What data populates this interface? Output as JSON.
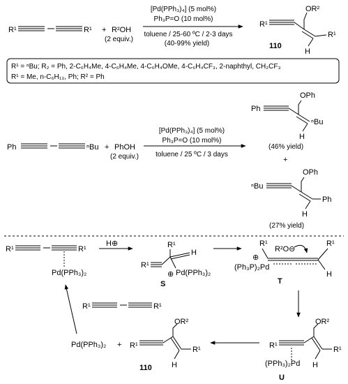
{
  "scheme_top": {
    "reactant_r1_left": "R¹",
    "reactant_r1_right": "R¹",
    "plus": "+",
    "reagent": "R²OH",
    "reagent_equiv": "(2 equiv.)",
    "cond_catalyst": "[Pd(PPh₃)₄] (5 mol%)",
    "cond_additive": "Ph₃P=O (10 mol%)",
    "cond_solvent": "toluene / 25-60 ºC / 2-3 days",
    "cond_yield": "(40-99% yield)",
    "product_or2": "OR²",
    "product_r1a": "R¹",
    "product_r1b": "R¹",
    "product_h": "H",
    "product_label": "110",
    "box_line1": "R¹ = ⁿBu; R₂ = Ph, 2-C₆H₄Me, 4-C₆H₄Me, 4-C₆H₄OMe, 4-C₆H₄CF₃, 2-naphthyl, CH₂CF₃",
    "box_line2": "R¹ = Me, n-C₆H₁₃, Ph; R² = Ph"
  },
  "scheme_mid": {
    "reactant_ph": "Ph",
    "reactant_bu": "ⁿBu",
    "plus": "+",
    "reagent": "PhOH",
    "reagent_equiv": "(2 equiv.)",
    "cond_catalyst": "[Pd(PPh₃)₄] (5 mol%)",
    "cond_additive": "Ph₃P=O (10 mol%)",
    "cond_solvent": "toluene / 25 ºC / 3 days",
    "p1_oph": "OPh",
    "p1_ph": "Ph",
    "p1_bu": "ⁿBu",
    "p1_h": "H",
    "p1_yield": "(46% yield)",
    "plus2": "+",
    "p2_oph": "OPh",
    "p2_bu": "ⁿBu",
    "p2_ph": "Ph",
    "p2_h": "H",
    "p2_yield": "(27% yield)"
  },
  "mechanism": {
    "start_r1a": "R¹",
    "start_r1b": "R¹",
    "start_pd": "Pd(PPh₃)₂",
    "hplus": "H⊕",
    "S_r1top": "R¹",
    "S_h": "H",
    "S_r1left": "R¹",
    "S_pd": "Pd(PPh₃)₂",
    "S_charge": "⊕",
    "S_label": "S",
    "T_r1a": "R¹",
    "T_r2o": "R²O⊖",
    "T_r1b": "R¹",
    "T_pd": "(Ph₃P)₂Pd",
    "T_charge": "⊕",
    "T_h": "H",
    "T_label": "T",
    "U_r1": "R¹",
    "U_or2": "OR²",
    "U_r1b": "R¹",
    "U_h": "H",
    "U_pd": "(PPh₃)₂Pd",
    "U_label": "U",
    "P_pd": "Pd(PPh₃)₂",
    "P_plus": "+",
    "P_r1": "R¹",
    "P_or2": "OR²",
    "P_r1b": "R¹",
    "P_h": "H",
    "P_label": "110",
    "recycle_r1a": "R¹",
    "recycle_r1b": "R¹"
  }
}
